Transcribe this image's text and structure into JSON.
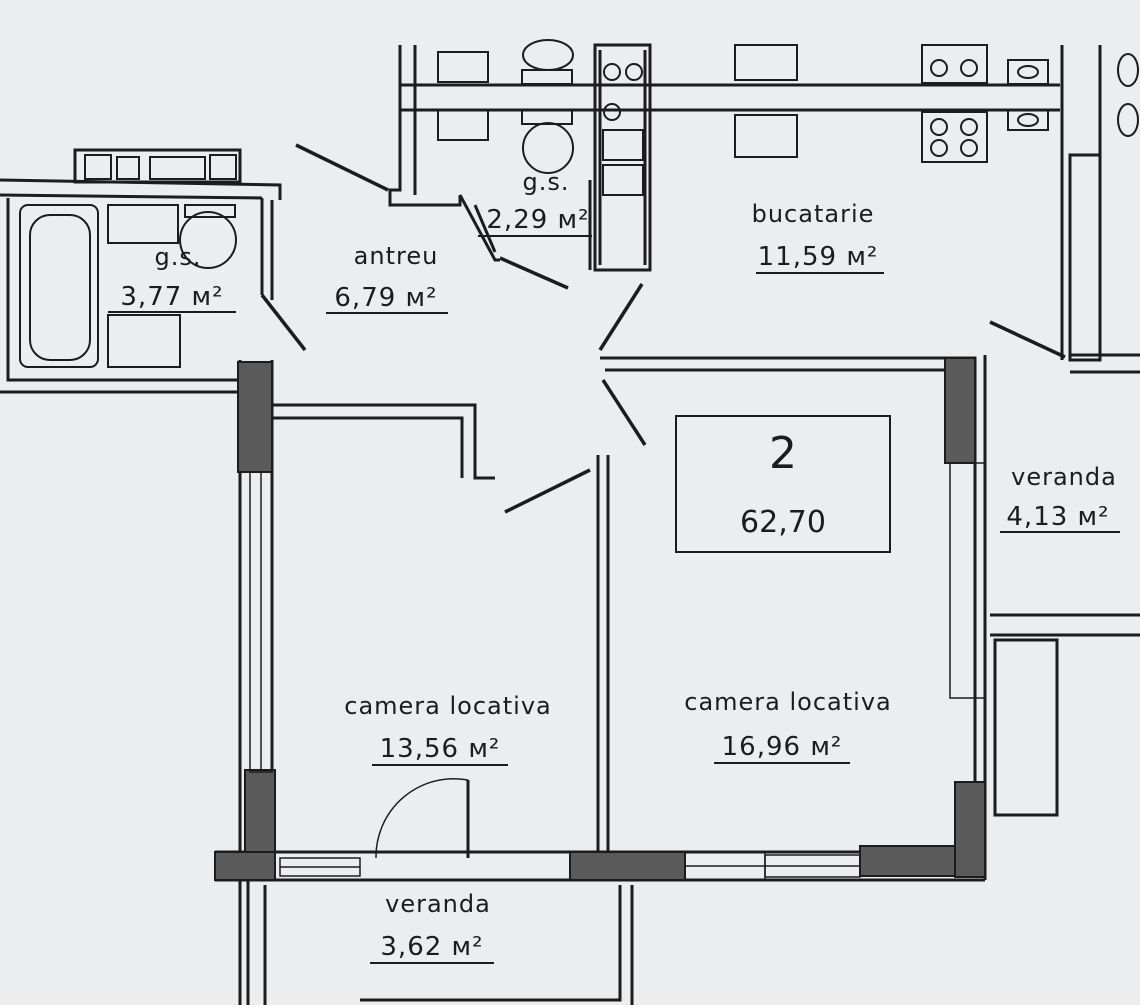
{
  "unit": {
    "number": "2",
    "total_area": "62,70"
  },
  "rooms": {
    "bathroom": {
      "name": "g.s.",
      "area": "3,77 м²"
    },
    "hall": {
      "name": "antreu",
      "area": "6,79 м²"
    },
    "wc": {
      "name": "g.s.",
      "area": "2,29 м²"
    },
    "kitchen": {
      "name": "bucatarie",
      "area": "11,59 м²"
    },
    "veranda_e": {
      "name": "veranda",
      "area": "4,13 м²"
    },
    "living_w": {
      "name": "camera locativa",
      "area": "13,56 м²"
    },
    "living_e": {
      "name": "camera locativa",
      "area": "16,96 м²"
    },
    "veranda_s": {
      "name": "veranda",
      "area": "3,62 м²"
    }
  },
  "colors": {
    "paper": "#ecedef",
    "ink": "#1c1c1c",
    "wall_fill": "#5a5a5a"
  }
}
